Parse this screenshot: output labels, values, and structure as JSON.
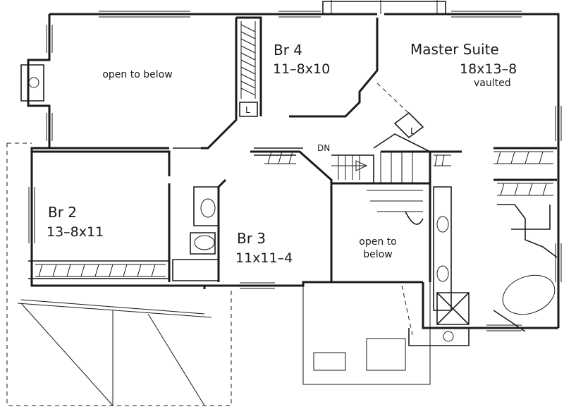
{
  "rooms": {
    "open_to_below_top": {
      "line1": "open to below"
    },
    "br4": {
      "name": "Br 4",
      "size": "11–8x10"
    },
    "master_suite": {
      "name": "Master Suite",
      "size": "18x13–8",
      "note": "vaulted"
    },
    "br2": {
      "name": "Br 2",
      "size": "13–8x11"
    },
    "br3": {
      "name": "Br 3",
      "size": "11x11–4"
    },
    "open_to_below_stair": {
      "line1": "open to",
      "line2": "below"
    }
  },
  "symbols": {
    "linen_closet_label": "L",
    "stair_down_label": "DN"
  }
}
